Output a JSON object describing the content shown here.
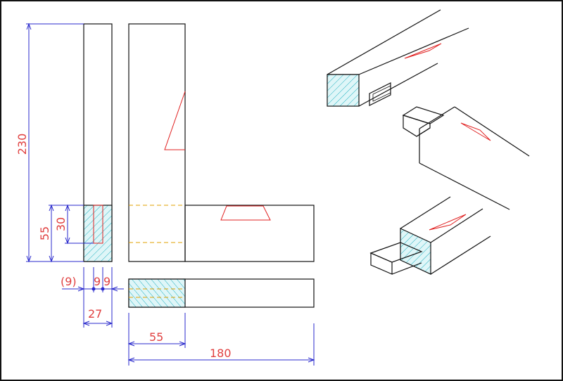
{
  "dimensions": {
    "height_total": "230",
    "height_joint": "55",
    "mortise_height": "30",
    "offset_left": "(9)",
    "mortise_width": "9",
    "tenon_offset": "9",
    "member_width": "27",
    "joint_length": "55",
    "rail_length": "180"
  },
  "colors": {
    "outline": "#111111",
    "dimension": "#2a2acc",
    "dimension_text": "#e04040",
    "hidden_line": "#e0a000",
    "hatch": "#20b0c0"
  }
}
